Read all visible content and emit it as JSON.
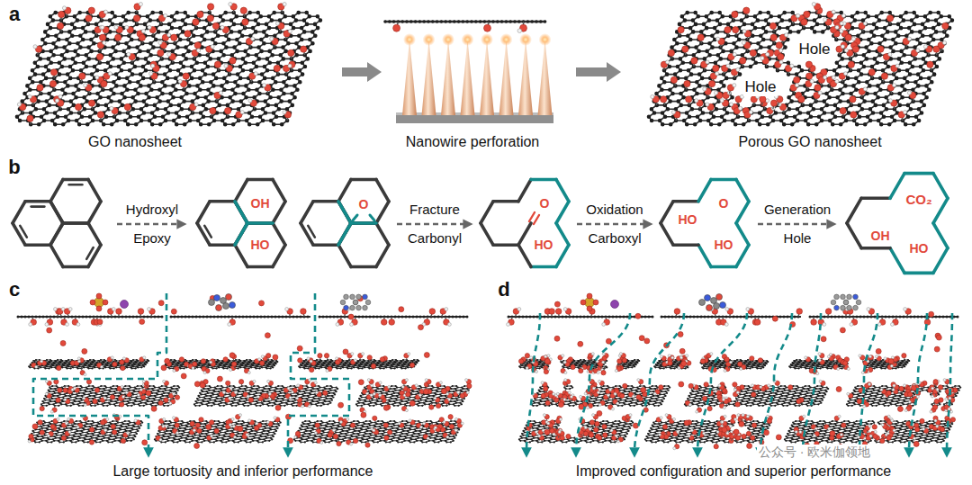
{
  "diagram": {
    "labels": [
      "a",
      "GO nanosheet",
      "Nanowire perforation",
      "Hole",
      "Hole",
      "Porous GO nanosheet",
      "b",
      "Hydroxyl",
      "Epoxy",
      "OH",
      "HO",
      "O",
      "Fracture",
      "Carbonyl",
      "O",
      "HO",
      "Oxidation",
      "Carboxyl",
      "HO",
      "O",
      "HO",
      "Generation",
      "Hole",
      "CO₂",
      "OH",
      "HO",
      "c",
      "Large tortuosity and inferior performance",
      "d",
      "Improved configuration and superior performance",
      "公众号 · 欧米伽领地"
    ]
  }
}
